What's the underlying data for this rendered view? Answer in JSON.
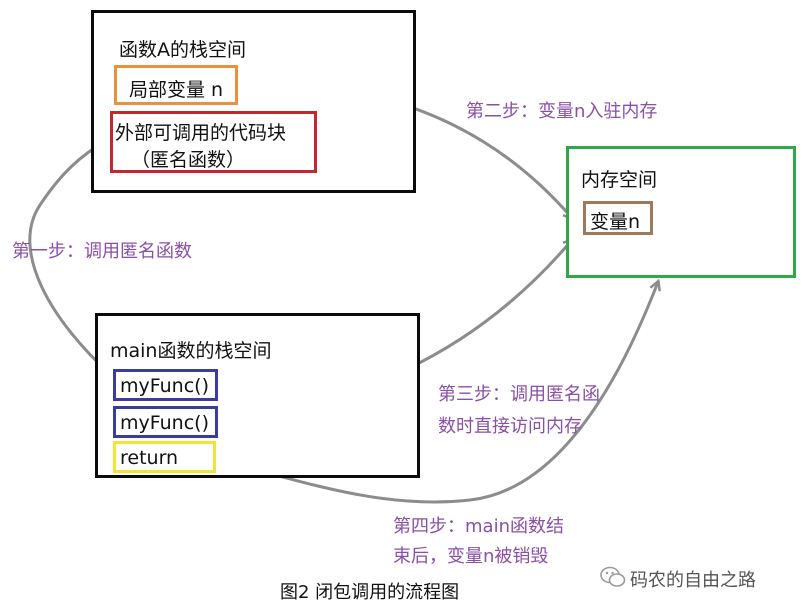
{
  "stack_a": {
    "title": "函数A的栈空间",
    "local_var": "局部变量 n",
    "anon_line1": "外部可调用的代码块",
    "anon_line2": "（匿名函数）"
  },
  "memory": {
    "title": "内存空间",
    "var": "变量n"
  },
  "stack_main": {
    "title": "main函数的栈空间",
    "call1": "myFunc()",
    "call2": "myFunc()",
    "ret": "return"
  },
  "steps": {
    "step1": "第一步：调用匿名函数",
    "step2": "第二步：变量n入驻内存",
    "step3_line1": "第三步：调用匿名函",
    "step3_line2": "数时直接访问内存",
    "step4_line1": "第四步：main函数结",
    "step4_line2": "束后，变量n被销毁"
  },
  "caption": "图2 闭包调用的流程图",
  "watermark": "码农的自由之路",
  "colors": {
    "orange": "#e8913a",
    "red": "#c0282d",
    "green": "#2fa84a",
    "brown": "#a0785a",
    "blue": "#3c3c9a",
    "yellow": "#f2e530",
    "step_purple": "#8a4fa8",
    "arrow_gray": "#8c8c8c"
  },
  "icons": {
    "watermark": "wechat-icon"
  }
}
